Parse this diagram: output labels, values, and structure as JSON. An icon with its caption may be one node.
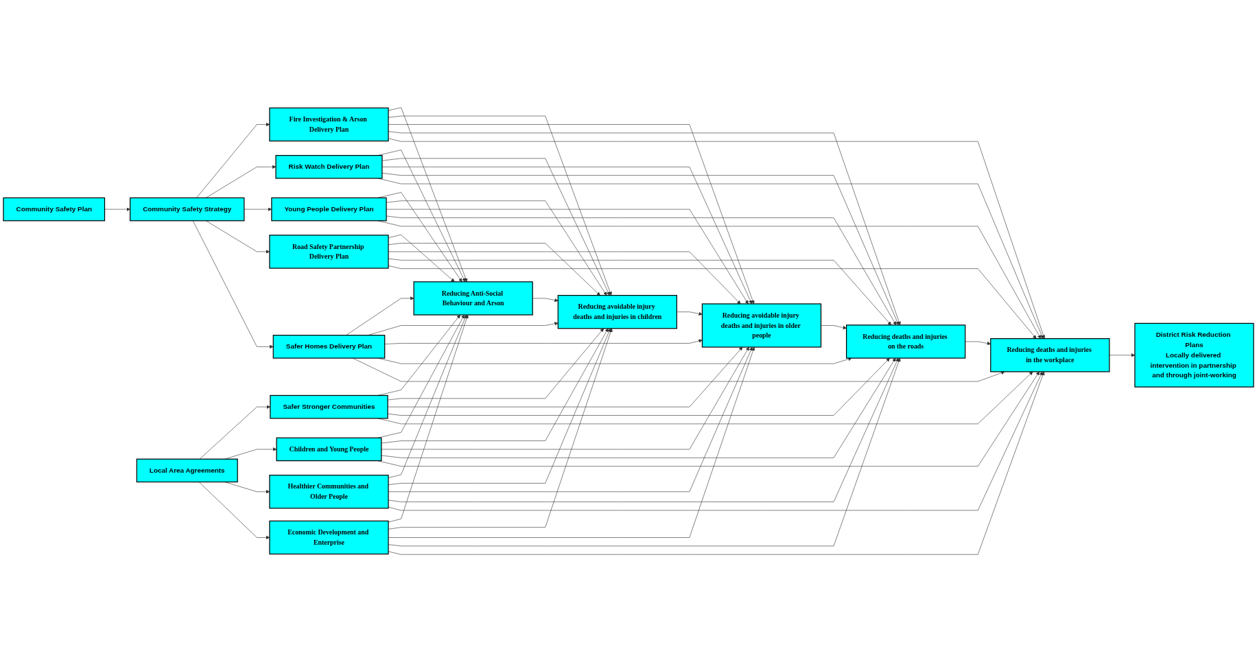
{
  "diagram": {
    "nodes": [
      {
        "text": [
          "Community Safety Plan"
        ]
      },
      {
        "text": [
          "Community Safety Strategy"
        ]
      },
      {
        "text": [
          "Fire Investigation & Arson Delivery Plan"
        ]
      },
      {
        "text": [
          "Risk Watch Delivery Plan"
        ]
      },
      {
        "text": [
          "Young People Delivery Plan"
        ]
      },
      {
        "text": [
          "Road Safety Partnership Delivery Plan"
        ]
      },
      {
        "text": [
          "Safer Homes Delivery Plan"
        ]
      },
      {
        "text": [
          "Reducing Anti-Social Behaviour and Arson"
        ]
      },
      {
        "text": [
          "Reducing avoidable injury deaths and injuries in children"
        ]
      },
      {
        "text": [
          "Reducing avoidable injury deaths and injuries in older people"
        ]
      },
      {
        "text": [
          "Reducing deaths and injuries on the roads"
        ]
      },
      {
        "text": [
          "Reducing deaths and injuries in the workplace"
        ]
      },
      {
        "text": [
          "Safer Stronger Communities"
        ]
      },
      {
        "text": [
          "Children and Young People"
        ]
      },
      {
        "text": [
          "Healthier Communities and Older People"
        ]
      },
      {
        "text": [
          "Economic Development and Enterprise"
        ]
      },
      {
        "text": [
          "Local Area Agreements"
        ]
      },
      {
        "text": [
          "District Risk Reduction Plans",
          "Locally delivered intervention in partnership and through joint-working"
        ]
      }
    ],
    "edges": [
      {
        "from": 0,
        "to": 1,
        "arrow": "to"
      },
      {
        "from": 1,
        "to": 2,
        "arrow": "to"
      },
      {
        "from": 1,
        "to": 3,
        "arrow": "to"
      },
      {
        "from": 1,
        "to": 4,
        "arrow": "to"
      },
      {
        "from": 1,
        "to": 5,
        "arrow": "to"
      },
      {
        "from": 1,
        "to": 6,
        "arrow": "to"
      },
      {
        "from": 2,
        "to": 7,
        "arrow": "to"
      },
      {
        "from": 2,
        "to": 8,
        "arrow": "to"
      },
      {
        "from": 2,
        "to": 9,
        "arrow": "to"
      },
      {
        "from": 2,
        "to": 10,
        "arrow": "to"
      },
      {
        "from": 2,
        "to": 11,
        "arrow": "to"
      },
      {
        "from": 3,
        "to": 7,
        "arrow": "to"
      },
      {
        "from": 3,
        "to": 8,
        "arrow": "to"
      },
      {
        "from": 3,
        "to": 9,
        "arrow": "to"
      },
      {
        "from": 3,
        "to": 10,
        "arrow": "to"
      },
      {
        "from": 3,
        "to": 11,
        "arrow": "to"
      },
      {
        "from": 4,
        "to": 7,
        "arrow": "to"
      },
      {
        "from": 4,
        "to": 8,
        "arrow": "to"
      },
      {
        "from": 4,
        "to": 9,
        "arrow": "to"
      },
      {
        "from": 4,
        "to": 10,
        "arrow": "to"
      },
      {
        "from": 4,
        "to": 11,
        "arrow": "to"
      },
      {
        "from": 5,
        "to": 7,
        "arrow": "to"
      },
      {
        "from": 5,
        "to": 8,
        "arrow": "to"
      },
      {
        "from": 5,
        "to": 9,
        "arrow": "to"
      },
      {
        "from": 5,
        "to": 10,
        "arrow": "to"
      },
      {
        "from": 5,
        "to": 11,
        "arrow": "to"
      },
      {
        "from": 6,
        "to": 7,
        "arrow": "to"
      },
      {
        "from": 6,
        "to": 8,
        "arrow": "to"
      },
      {
        "from": 6,
        "to": 9,
        "arrow": "to"
      },
      {
        "from": 6,
        "to": 10,
        "arrow": "to"
      },
      {
        "from": 6,
        "to": 11,
        "arrow": "to"
      },
      {
        "from": 12,
        "to": 7,
        "arrow": "to"
      },
      {
        "from": 12,
        "to": 8,
        "arrow": "to"
      },
      {
        "from": 12,
        "to": 9,
        "arrow": "to"
      },
      {
        "from": 12,
        "to": 10,
        "arrow": "to"
      },
      {
        "from": 12,
        "to": 11,
        "arrow": "to"
      },
      {
        "from": 13,
        "to": 7,
        "arrow": "to"
      },
      {
        "from": 13,
        "to": 8,
        "arrow": "to"
      },
      {
        "from": 13,
        "to": 9,
        "arrow": "to"
      },
      {
        "from": 13,
        "to": 10,
        "arrow": "to"
      },
      {
        "from": 13,
        "to": 11,
        "arrow": "to"
      },
      {
        "from": 14,
        "to": 7,
        "arrow": "to"
      },
      {
        "from": 14,
        "to": 8,
        "arrow": "to"
      },
      {
        "from": 14,
        "to": 9,
        "arrow": "to"
      },
      {
        "from": 14,
        "to": 10,
        "arrow": "to"
      },
      {
        "from": 14,
        "to": 11,
        "arrow": "to"
      },
      {
        "from": 15,
        "to": 7,
        "arrow": "to"
      },
      {
        "from": 15,
        "to": 8,
        "arrow": "to"
      },
      {
        "from": 15,
        "to": 9,
        "arrow": "to"
      },
      {
        "from": 15,
        "to": 10,
        "arrow": "to"
      },
      {
        "from": 15,
        "to": 11,
        "arrow": "to"
      },
      {
        "from": 16,
        "to": 12,
        "arrow": "to"
      },
      {
        "from": 16,
        "to": 13,
        "arrow": "to"
      },
      {
        "from": 16,
        "to": 14,
        "arrow": "to"
      },
      {
        "from": 16,
        "to": 15,
        "arrow": "to"
      },
      {
        "from": 7,
        "to": 8,
        "arrow": "to"
      },
      {
        "from": 8,
        "to": 9,
        "arrow": "to"
      },
      {
        "from": 9,
        "to": 10,
        "arrow": "to"
      },
      {
        "from": 10,
        "to": 11,
        "arrow": "to"
      },
      {
        "from": 11,
        "to": 17,
        "arrow": "to"
      }
    ]
  }
}
